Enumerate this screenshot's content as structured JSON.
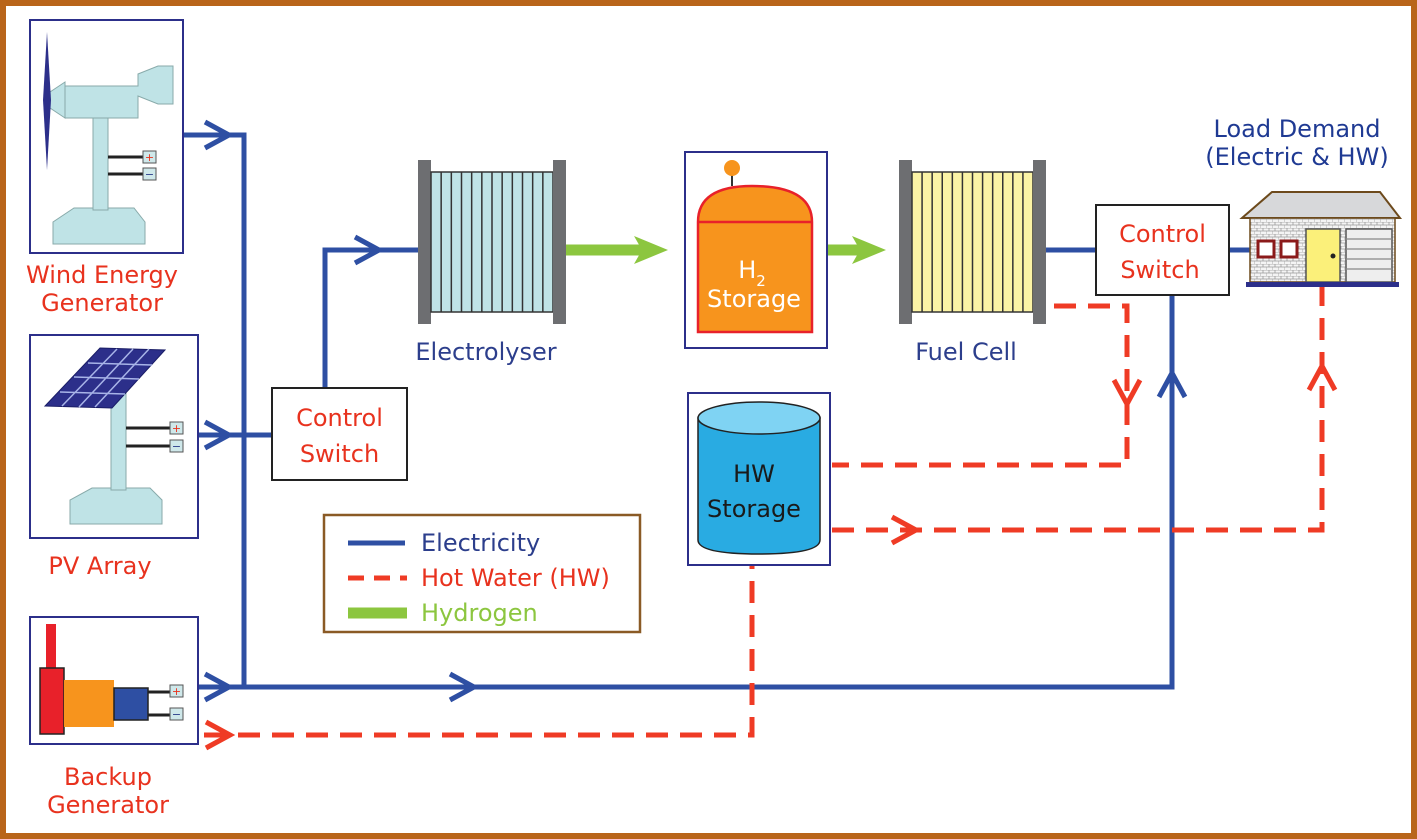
{
  "colors": {
    "frame": "#b9651a",
    "electricity": "#2e4fa3",
    "hot_water": "#ef3b25",
    "hydrogen": "#8cc63f",
    "box_border": "#2c2f8a",
    "label_red": "#e8321e",
    "label_blue": "#2c3e8c",
    "h2_tank": "#f7941d",
    "hw_tank": "#29abe2",
    "electrolyser_plates": "#bfe3e6",
    "fuelcell_plates": "#fbf3a5"
  },
  "components": {
    "wind": {
      "label_line1": "Wind Energy",
      "label_line2": "Generator",
      "plus": "+",
      "minus": "−"
    },
    "pv": {
      "label": "PV Array",
      "plus": "+",
      "minus": "−"
    },
    "backup": {
      "label_line1": "Backup",
      "label_line2": "Generator",
      "plus": "+",
      "minus": "−"
    },
    "control_switch_left": {
      "line1": "Control",
      "line2": "Switch"
    },
    "electrolyser": {
      "label": "Electrolyser"
    },
    "h2_storage": {
      "line1": "H",
      "subscript": "2",
      "line2": "Storage"
    },
    "fuel_cell": {
      "label": "Fuel Cell"
    },
    "control_switch_right": {
      "line1": "Control",
      "line2": "Switch"
    },
    "hw_storage": {
      "line1": "HW",
      "line2": "Storage"
    },
    "load": {
      "line1": "Load Demand",
      "line2": "(Electric & HW)"
    }
  },
  "legend": {
    "items": [
      {
        "label": "Electricity",
        "style": "solid",
        "color": "#2e4fa3"
      },
      {
        "label": "Hot Water (HW)",
        "style": "dashed",
        "color": "#ef3b25"
      },
      {
        "label": "Hydrogen",
        "style": "thick",
        "color": "#8cc63f"
      }
    ]
  }
}
